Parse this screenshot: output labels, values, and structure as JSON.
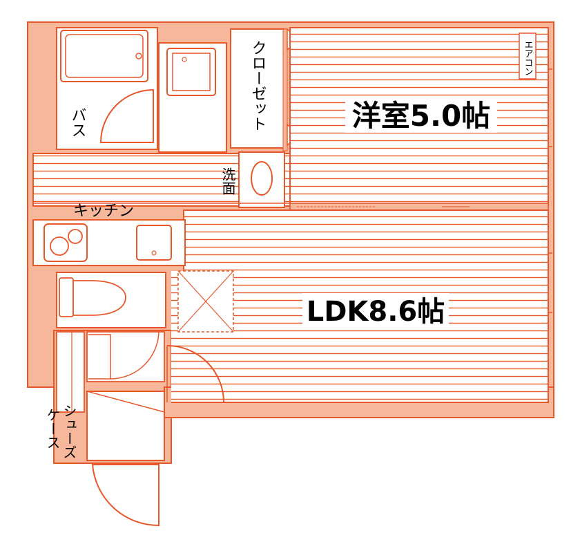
{
  "colors": {
    "line": "#e8572a",
    "fill": "#f6b79a",
    "white": "#ffffff",
    "text": "#000000"
  },
  "rooms": {
    "western": "洋室5.0帖",
    "ldk": "LDK8.6帖"
  },
  "labels": {
    "bath": "バス",
    "closet": "クローゼット",
    "aircon": "エアコン",
    "washroom": "洗面",
    "kitchen": "キッチン",
    "shoe_case_1": "シューズ",
    "shoe_case_2": "ケース"
  }
}
